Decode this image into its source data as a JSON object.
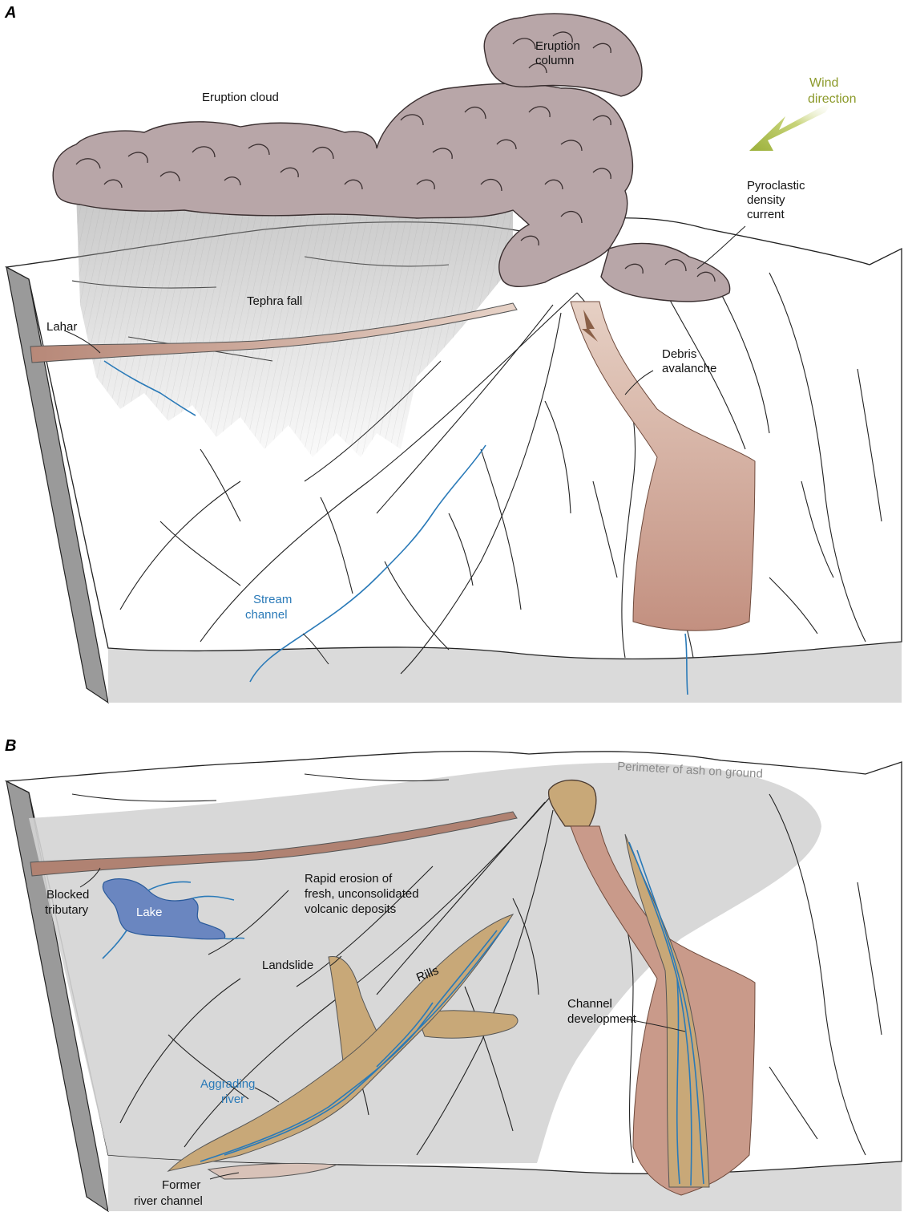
{
  "panel_a": {
    "letter": "A",
    "labels": {
      "eruption_column_1": "Eruption",
      "eruption_column_2": "column",
      "eruption_cloud": "Eruption cloud",
      "wind_1": "Wind",
      "wind_2": "direction",
      "pdc_1": "Pyroclastic",
      "pdc_2": "density",
      "pdc_3": "current",
      "tephra_fall": "Tephra fall",
      "lahar": "Lahar",
      "debris_1": "Debris",
      "debris_2": "avalanche",
      "stream_1": "Stream",
      "stream_2": "channel"
    }
  },
  "panel_b": {
    "letter": "B",
    "labels": {
      "perimeter": "Perimeter of ash on ground",
      "blocked_1": "Blocked",
      "blocked_2": "tributary",
      "lake": "Lake",
      "erosion_1": "Rapid erosion of",
      "erosion_2": "fresh, unconsolidated",
      "erosion_3": "volcanic deposits",
      "rills": "Rills",
      "landslide": "Landslide",
      "channel_dev_1": "Channel",
      "channel_dev_2": "development",
      "aggrading_1": "Aggrading",
      "aggrading_2": "river",
      "former_1": "Former",
      "former_2": "river channel"
    }
  },
  "colors": {
    "cloud": "#b8a6a8",
    "deposit": "#c99a8a",
    "sediment": "#c8a878",
    "water": "#2a7ab8",
    "ash_zone": "#d4d4d4",
    "block_side": "#9a9a9a",
    "wind_arrow": "#9bb03a"
  }
}
